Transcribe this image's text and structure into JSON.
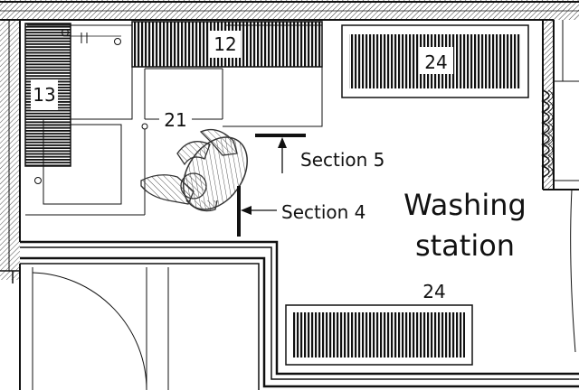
{
  "labels": {
    "section_5": "Section 5",
    "section_4": "Section 4",
    "room_line1": "Washing",
    "room_line2": "station"
  },
  "numbers": {
    "n12": "12",
    "n13": "13",
    "n21": "21",
    "n24_top": "24",
    "n24_bottom": "24"
  }
}
